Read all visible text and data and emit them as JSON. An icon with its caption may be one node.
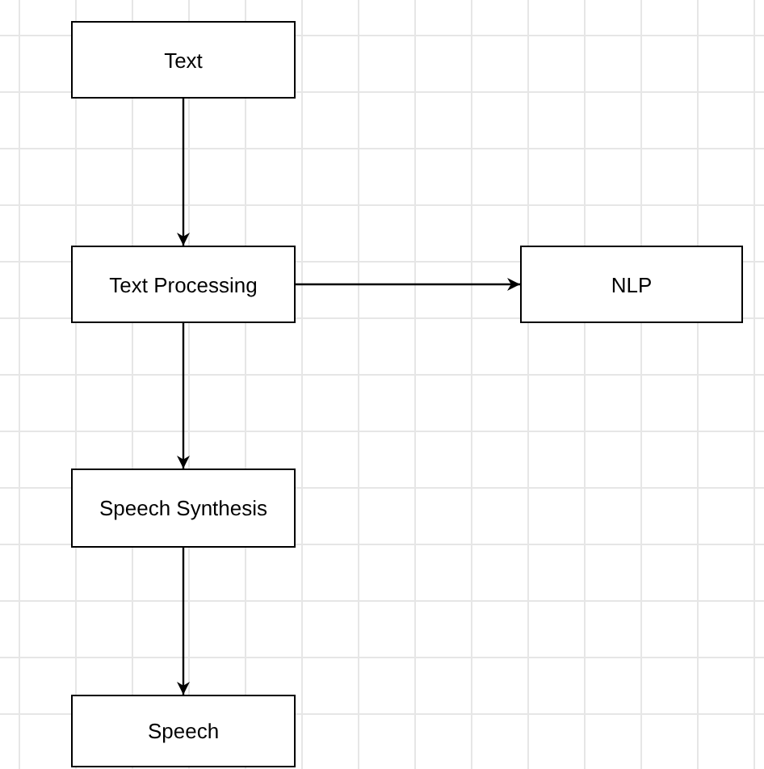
{
  "diagram": {
    "nodes": [
      {
        "text": [
          "Text"
        ]
      },
      {
        "text": [
          "Text Processing"
        ]
      },
      {
        "text": [
          "NLP"
        ]
      },
      {
        "text": [
          "Speech Synthesis"
        ]
      },
      {
        "text": [
          "Speech"
        ]
      }
    ],
    "edges": [
      {
        "from": 0,
        "to": 1,
        "arrow": "to"
      },
      {
        "from": 1,
        "to": 2,
        "arrow": "to"
      },
      {
        "from": 1,
        "to": 3,
        "arrow": "to"
      },
      {
        "from": 3,
        "to": 4,
        "arrow": "to"
      }
    ]
  }
}
